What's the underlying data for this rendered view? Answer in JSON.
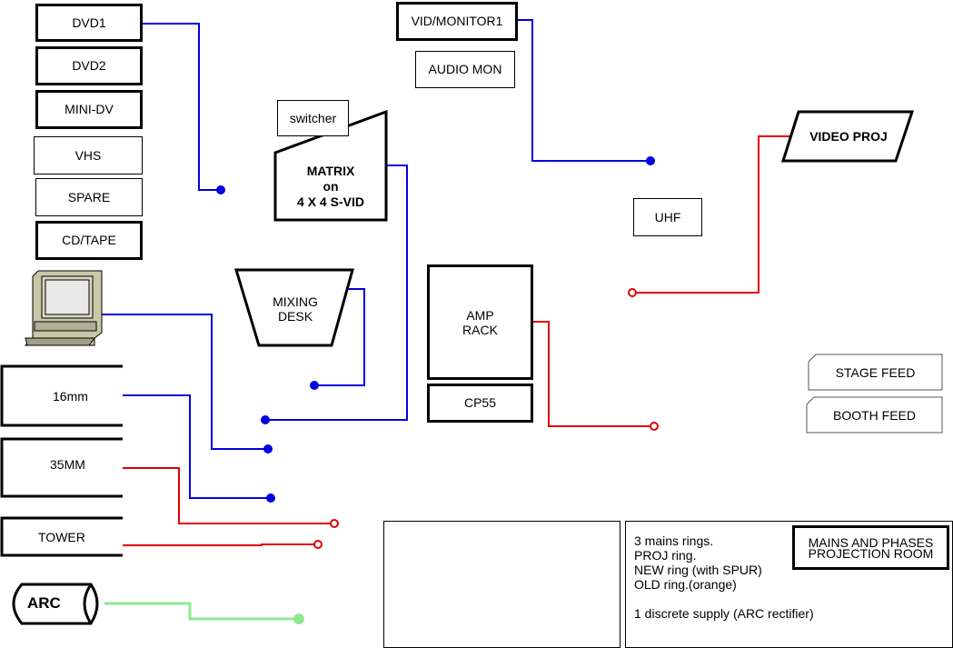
{
  "sources": {
    "dvd1": "DVD1",
    "dvd2": "DVD2",
    "minidv": "MINI-DV",
    "vhs": "VHS",
    "spare": "SPARE",
    "cdtape": "CD/TAPE"
  },
  "projectors": {
    "p16mm": "16mm",
    "p35mm": "35MM",
    "tower": "TOWER",
    "arc": "ARC"
  },
  "switcher": "switcher",
  "matrix": [
    "MATRIX",
    "on",
    "4 X 4 S-VID"
  ],
  "mixing_desk": [
    "MIXING",
    "DESK"
  ],
  "vid_monitor": "VID/MONITOR1",
  "audio_mon": "AUDIO MON",
  "video_proj": "VIDEO PROJ",
  "uhf": "UHF",
  "amp_rack": [
    "AMP",
    "RACK"
  ],
  "cp55": "CP55",
  "stage_feed": "STAGE FEED",
  "booth_feed": "BOOTH FEED",
  "legend": {
    "title_line1": "MAINS AND PHASES",
    "title_line2": "PROJECTION ROOM",
    "notes": [
      "3 mains rings.",
      "PROJ ring.",
      "NEW ring (with SPUR)",
      "OLD ring.(orange)",
      "",
      "1 discrete supply (ARC rectifier)"
    ]
  },
  "colors": {
    "blue": "#0000e0",
    "red": "#e00000",
    "green": "#90e890"
  }
}
